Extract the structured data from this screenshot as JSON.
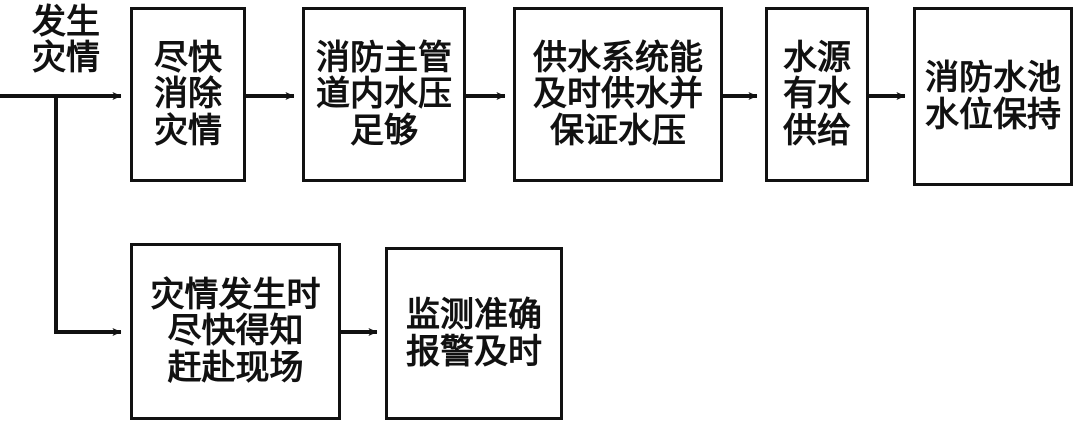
{
  "diagram": {
    "type": "flowchart",
    "orientation": "left-to-right",
    "background_color": "#ffffff",
    "line_color": "#111111",
    "text_color": "#111111",
    "start_label": {
      "text": "发生\n灾情",
      "name": "start-label-disaster-occurs"
    },
    "top_row": [
      {
        "id": "n1",
        "text": "尽快\n消除\n灾情",
        "lines": 3
      },
      {
        "id": "n2",
        "text": "消防主管\n道内水压\n足够",
        "lines": 3
      },
      {
        "id": "n3",
        "text": "供水系统能\n及时供水并\n保证水压",
        "lines": 3
      },
      {
        "id": "n4",
        "text": "水源\n有水\n供给",
        "lines": 3
      },
      {
        "id": "n5",
        "text": "消防水池\n水位保持",
        "lines": 2
      }
    ],
    "bottom_row": [
      {
        "id": "b1",
        "text": "灾情发生时\n尽快得知\n赶赴现场",
        "lines": 3
      },
      {
        "id": "b2",
        "text": "监测准确\n报警及时",
        "lines": 2
      }
    ],
    "connectors": [
      {
        "id": "c0",
        "from": "start",
        "to": "n1",
        "kind": "arrow-right"
      },
      {
        "id": "c1",
        "from": "n1",
        "to": "n2",
        "kind": "arrow-right"
      },
      {
        "id": "c2",
        "from": "n2",
        "to": "n3",
        "kind": "arrow-right"
      },
      {
        "id": "c3",
        "from": "n3",
        "to": "n4",
        "kind": "arrow-right"
      },
      {
        "id": "c4",
        "from": "n4",
        "to": "n5",
        "kind": "arrow-right"
      },
      {
        "id": "c5",
        "from": "start",
        "to": "b1",
        "kind": "elbow-down-right"
      },
      {
        "id": "c6",
        "from": "b1",
        "to": "b2",
        "kind": "arrow-right"
      }
    ]
  }
}
